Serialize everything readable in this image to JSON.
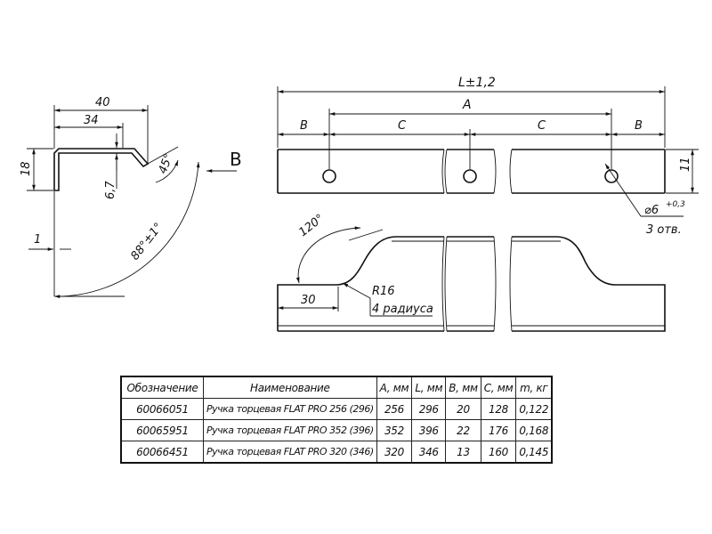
{
  "side_view": {
    "dim_width_total": "40",
    "dim_width_inner": "34",
    "dim_height": "18",
    "dim_depth": "6,7",
    "dim_thickness": "1",
    "dim_angle_bevel": "45°",
    "dim_angle_open": "88°±1°",
    "view_label": "B"
  },
  "top_view": {
    "dim_length": "L±1,2",
    "dim_a": "A",
    "dim_b_left": "B",
    "dim_c_left": "C",
    "dim_c_right": "C",
    "dim_b_right": "B",
    "dim_height": "11",
    "hole_diameter": "⌀6",
    "hole_tolerance": "+0,3",
    "hole_count": "3 отв."
  },
  "front_view": {
    "dim_angle": "120°",
    "dim_offset": "30",
    "dim_radius": "R16",
    "radius_count": "4 радиуса"
  },
  "table": {
    "headers": [
      "Обозначение",
      "Наименование",
      "A, мм",
      "L, мм",
      "B, мм",
      "C, мм",
      "m, кг"
    ],
    "rows": [
      {
        "code": "60066051",
        "name": "Ручка торцевая FLAT PRO 256 (296)",
        "a": "256",
        "l": "296",
        "b": "20",
        "c": "128",
        "m": "0,122"
      },
      {
        "code": "60065951",
        "name": "Ручка торцевая FLAT PRO 352 (396)",
        "a": "352",
        "l": "396",
        "b": "22",
        "c": "176",
        "m": "0,168"
      },
      {
        "code": "60066451",
        "name": "Ручка торцевая FLAT PRO 320 (346)",
        "a": "320",
        "l": "346",
        "b": "13",
        "c": "160",
        "m": "0,145"
      }
    ]
  }
}
